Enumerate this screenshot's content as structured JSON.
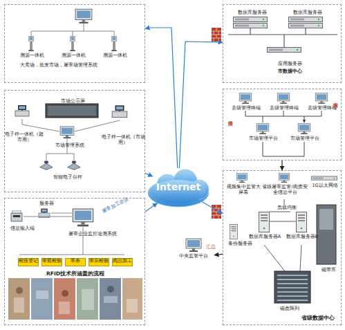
{
  "diagram": {
    "nodes": [
      {
        "text": [
          "溯源一体机",
          "溯源一体机",
          "溯源一体机",
          "大卖场，批发市场，屠宰场管理系统"
        ]
      },
      {
        "text": [
          "市场公示屏",
          "电子秤一体机（超市用）",
          "市场管理系统",
          "电子秤一体机（市场用）",
          "智能电子台秤"
        ]
      },
      {
        "text": [
          "服务器",
          "信息输入端",
          "屠宰企业监控追溯系统",
          "RFID技术所涵盖的流程"
        ]
      },
      {
        "text": [
          "检疫登记"
        ],
        "in": 2
      },
      {
        "text": [
          "宰前检验"
        ],
        "in": 2
      },
      {
        "text": [
          "宰杀"
        ],
        "in": 2
      },
      {
        "text": [
          "宰后检验"
        ],
        "in": 2
      },
      {
        "text": [
          "肉品加工"
        ],
        "in": 2
      },
      {
        "text": [
          "数据库服务器",
          "数据库服务器",
          "应用服务器",
          "市数据中心"
        ]
      },
      {
        "text": [
          "县级管理终端",
          "县级管理终端",
          "县级管理终端",
          "向上申报",
          "市场管理平台",
          "市场管理平台",
          "向上申报"
        ]
      },
      {
        "text": [
          "视频集中监管大屏幕",
          "省级屠宰监管/肉类安全信息平台",
          "1G以太网络",
          "负载均衡",
          "备份服务器",
          "数据库服务器A",
          "数据库服务器B",
          "磁带库",
          "磁盘阵列",
          "省级数据中心"
        ]
      },
      {
        "text": [
          "Internet"
        ]
      },
      {
        "text": [
          "中央监管平台"
        ]
      }
    ],
    "edges": [
      {
        "from": 11,
        "to": 0,
        "arrow": "to"
      },
      {
        "from": 11,
        "to": 8,
        "arrow": "to"
      },
      {
        "from": 1,
        "to": 11,
        "arrow": "to"
      },
      {
        "from": 2,
        "to": 11,
        "label": "屠宰加工企业",
        "arrow": "to"
      },
      {
        "from": 11,
        "to": 10,
        "arrow": "to"
      },
      {
        "from": 9,
        "to": 10,
        "arrow": "to"
      },
      {
        "from": 10,
        "to": 12,
        "label": "汇总",
        "arrow": "to"
      }
    ]
  }
}
